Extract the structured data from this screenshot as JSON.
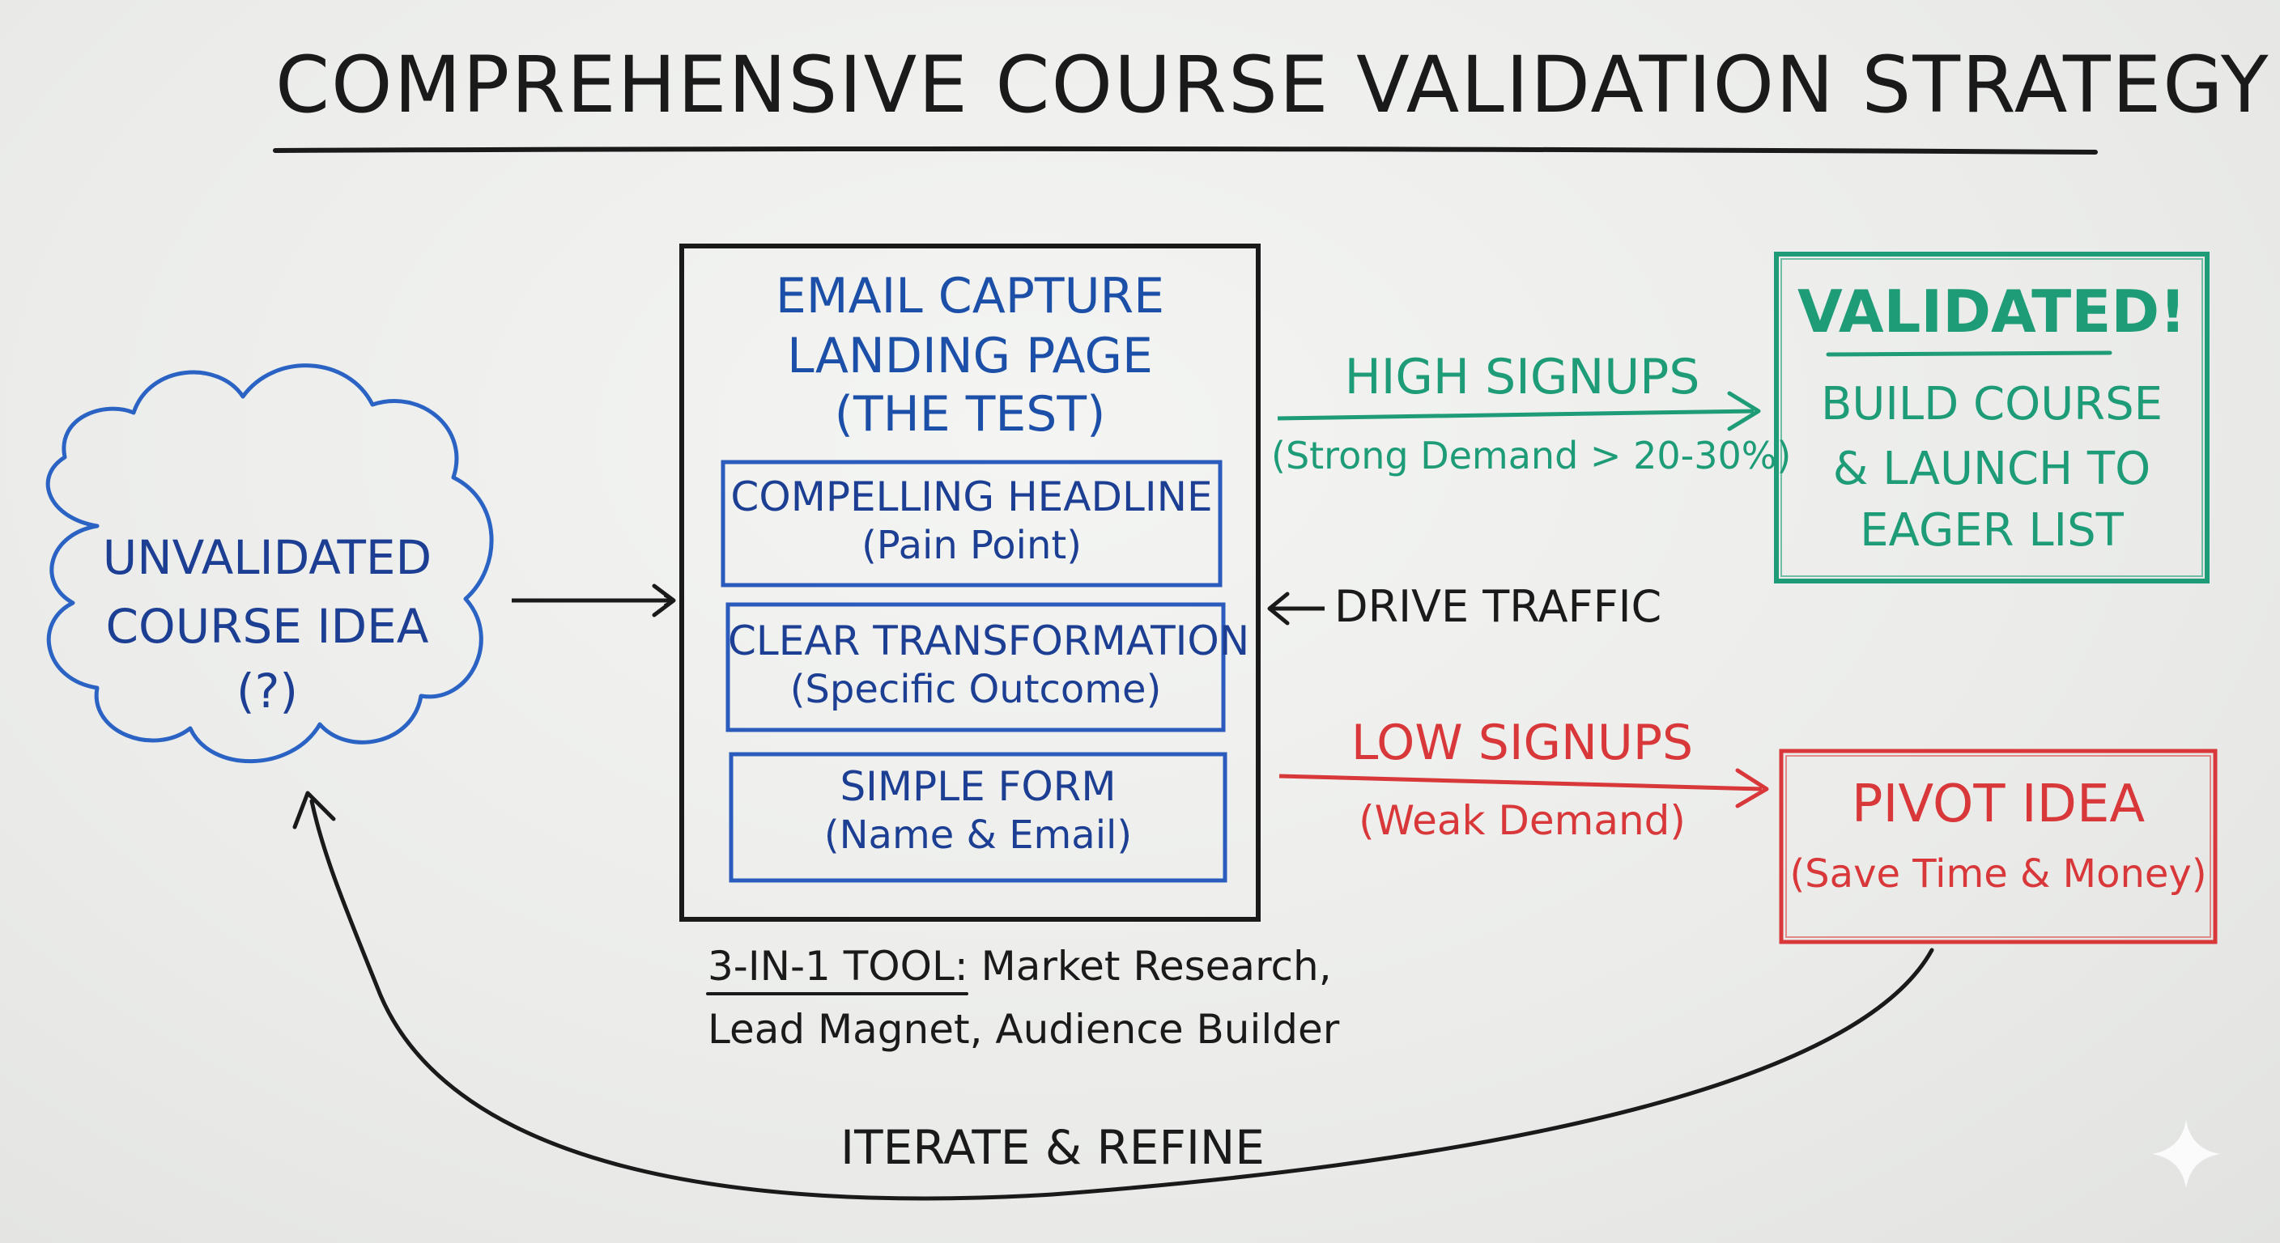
{
  "title": "COMPREHENSIVE COURSE VALIDATION STRATEGY",
  "idea": {
    "line1": "UNVALIDATED",
    "line2": "COURSE IDEA",
    "line3": "(?)"
  },
  "landing_page": {
    "line1": "EMAIL CAPTURE",
    "line2": "LANDING PAGE",
    "line3": "(THE TEST)",
    "elements": [
      {
        "title": "COMPELLING HEADLINE",
        "detail": "(Pain Point)"
      },
      {
        "title": "CLEAR TRANSFORMATION",
        "detail": "(Specific Outcome)"
      },
      {
        "title": "SIMPLE FORM",
        "detail": "(Name & Email)"
      }
    ]
  },
  "tool_note": {
    "label": "3-IN-1 TOOL",
    "rest1": ": Market Research,",
    "line2": "Lead Magnet, Audience Builder"
  },
  "drive_traffic": "DRIVE TRAFFIC",
  "high": {
    "label": "HIGH SIGNUPS",
    "detail": "(Strong Demand > 20-30%)"
  },
  "low": {
    "label": "LOW SIGNUPS",
    "detail": "(Weak Demand)"
  },
  "validated": {
    "title": "VALIDATED!",
    "line1": "BUILD COURSE",
    "line2": "& LAUNCH TO",
    "line3": "EAGER LIST"
  },
  "pivot": {
    "title": "PIVOT IDEA",
    "detail": "(Save Time & Money)"
  },
  "loop_label": "ITERATE & REFINE",
  "colors": {
    "blue": "#1c4fa8",
    "green": "#1e9c78",
    "red": "#d9383a",
    "black": "#1a1a1a"
  }
}
